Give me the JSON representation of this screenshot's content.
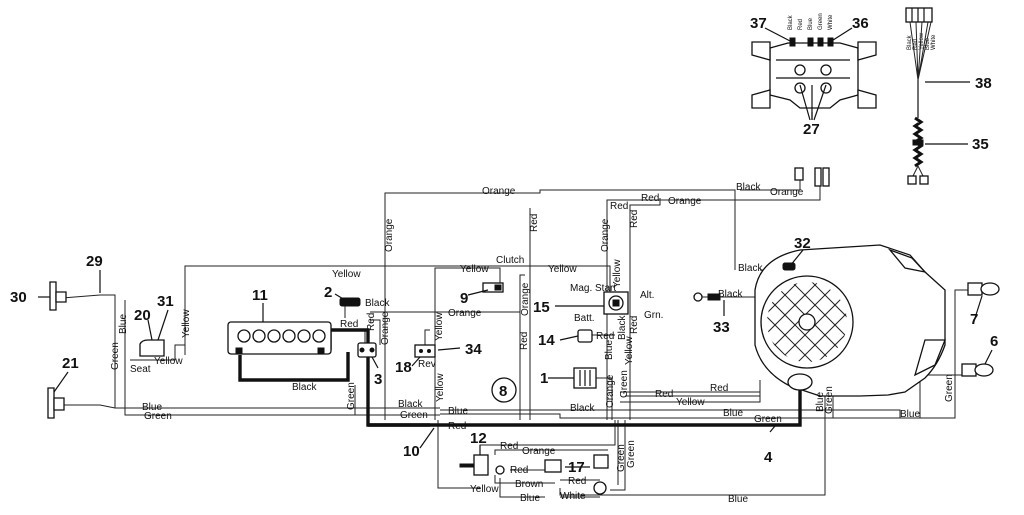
{
  "diagram": {
    "callouts": {
      "c1": "1",
      "c2": "2",
      "c3": "3",
      "c4": "4",
      "c6": "6",
      "c7": "7",
      "c8": "8",
      "c9": "9",
      "c10": "10",
      "c11": "11",
      "c12": "12",
      "c14": "14",
      "c15": "15",
      "c17": "17",
      "c18": "18",
      "c20": "20",
      "c21": "21",
      "c27": "27",
      "c29": "29",
      "c30": "30",
      "c31": "31",
      "c32": "32",
      "c33": "33",
      "c34": "34",
      "c35": "35",
      "c36": "36",
      "c37": "37",
      "c38": "38"
    },
    "wires": {
      "orange_top": "Orange",
      "orange_vert": "Orange",
      "black_tr": "Black",
      "red_tr": "Red",
      "orange_tr": "Orange",
      "red_mid": "Red",
      "red_vert_a": "Red",
      "red_vert_b": "Red",
      "orange_vert_b": "Orange",
      "yellow_top": "Yellow",
      "yellow_clutch": "Yellow",
      "clutch": "Clutch",
      "yellow_r": "Yellow",
      "black_32": "Black",
      "black_33": "Black",
      "black_2": "Black",
      "orange_15": "Orange",
      "red_11": "Red",
      "red_3": "Red",
      "orange_3": "Orange",
      "yellow_18": "Yellow",
      "black_11": "Black",
      "mag_start": "Mag. Start",
      "batt": "Batt.",
      "alt": "Alt.",
      "grn": "Grn.",
      "red_14": "Red",
      "blue_1": "Blue",
      "orange_1": "Orange",
      "black_v1": "Black",
      "yellow_v1": "Yellow",
      "green_v1": "Green",
      "yellow_v2": "Yellow",
      "orange_v2": "Orange",
      "red_v2": "Red",
      "red_e1": "Red",
      "red_e2": "Red",
      "yellow_e": "Yellow",
      "blue_e": "Blue",
      "green_e": "Green",
      "blue_e2": "Blue",
      "green_e2": "Green",
      "blue_r": "Blue",
      "green_r": "Green",
      "blue_left": "Blue",
      "green_left": "Green",
      "green_lv": "Green",
      "blue_lv": "Blue",
      "yellow_lv": "Yellow",
      "seat": "Seat",
      "yellow_31": "Yellow",
      "rev": "Rev",
      "yellow_10": "Yellow",
      "green_10": "Green",
      "black_10": "Black",
      "green_b": "Green",
      "blue_b": "Blue",
      "red_b": "Red",
      "black_b": "Black",
      "red_12": "Red",
      "orange_12": "Orange",
      "red_17": "Red",
      "red_17b": "Red",
      "green_17": "Green",
      "green_17b": "Green",
      "yellow_bot": "Yellow",
      "brown_bot": "Brown",
      "blue_bot": "Blue",
      "white_bot": "White",
      "blue_bot2": "Blue"
    },
    "harness_tags": {
      "t1": "Black",
      "t2": "Red",
      "t3": "Blue",
      "t4": "Green",
      "t5": "White",
      "h1": "Black",
      "h2": "Red",
      "h3": "Yellow",
      "h4": "Blue",
      "h5": "White"
    }
  }
}
